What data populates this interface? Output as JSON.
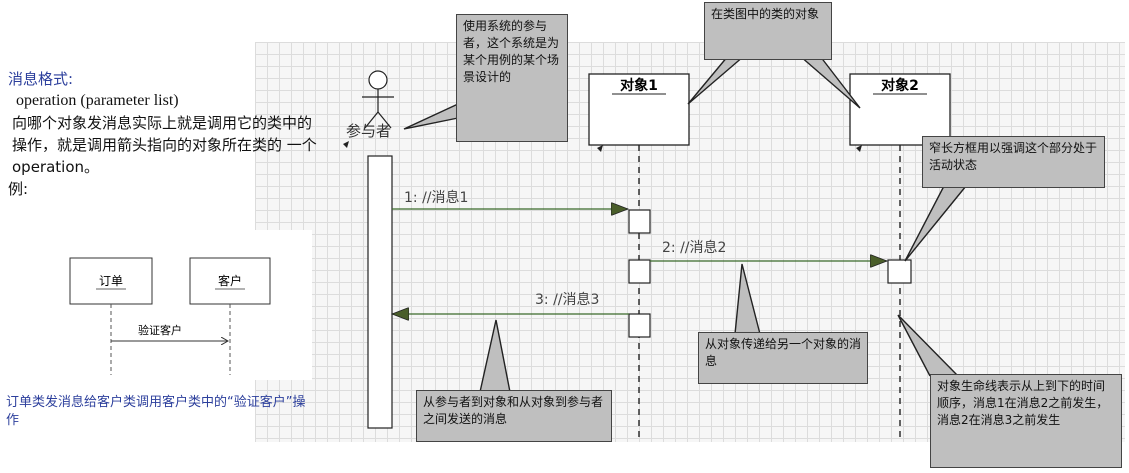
{
  "top_title": "PPT 1: 1.",
  "format_section": {
    "heading": "消息格式:",
    "operation": "operation (parameter list)",
    "description": "向哪个对象发消息实际上就是调用它的类中的操作，就是调用箭头指向的对象所在类的 一个operation。",
    "example_label": "例:"
  },
  "example": {
    "object_a": "订单",
    "object_b": "客户",
    "message": "验证客户",
    "caption": "订单类发消息给客户类调用客户类中的“验证客户”操作"
  },
  "diagram": {
    "actor_label": "参与者",
    "object1": "对象1",
    "object2": "对象2",
    "messages": [
      "1: //消息1",
      "2: //消息2",
      "3: //消息3"
    ]
  },
  "callouts": {
    "actor_note": "使用系统的参与者，这个系统是为某个用例的某个场景设计的",
    "class_note": "在类图中的类的对象",
    "activation_note": "窄长方框用以强调这个部分处于活动状态",
    "object_msg_note": "从对象传递给另一个对象的消息",
    "actor_msg_note": "从参与者到对象和从对象到参与者之间发送的消息",
    "lifeline_note": "对象生命线表示从上到下的时间顺序，消息1在消息2之前发生，消息2在消息3之前发生"
  }
}
